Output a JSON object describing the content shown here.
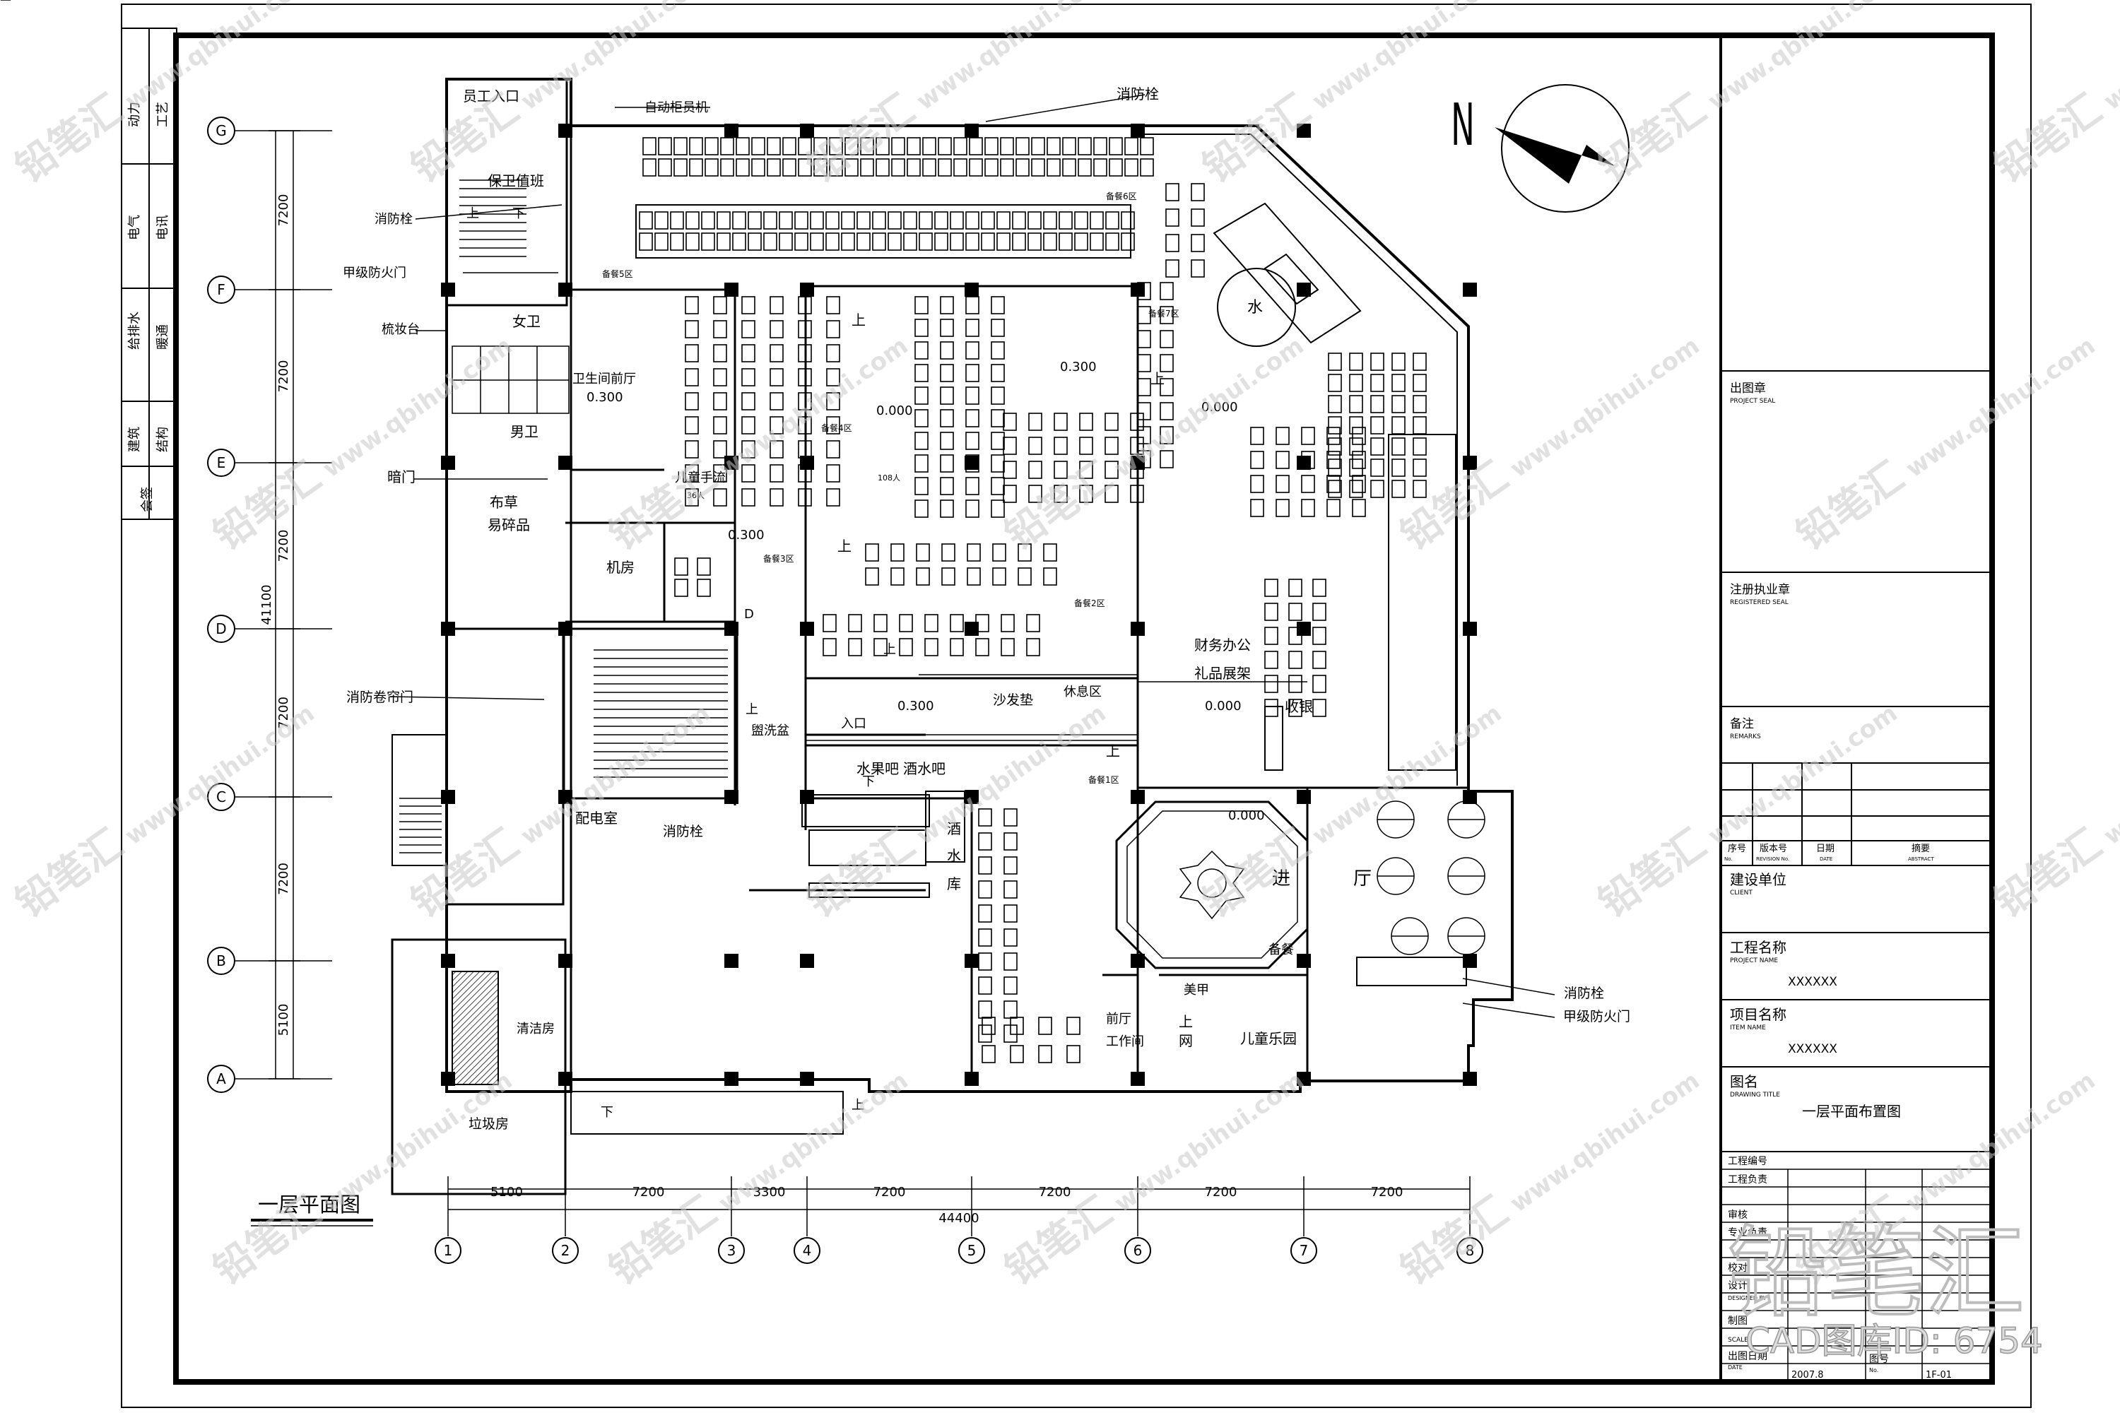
{
  "strip": {
    "dongli": "动力",
    "gongyi": "工艺",
    "dianqi": "电气",
    "dianxun": "电讯",
    "geipaishui": "给排水",
    "nuantong": "暖通",
    "jianzhu": "建筑",
    "jiegou": "结构",
    "huiqian": "会签"
  },
  "compass": {
    "north": "N"
  },
  "plan": {
    "caption": "一层平面图",
    "overall_width_dim": "44400",
    "overall_height_dim": "41100",
    "axis_rows": [
      "G",
      "F",
      "E",
      "D",
      "C",
      "B",
      "A"
    ],
    "axis_cols": [
      "1",
      "2",
      "3",
      "4",
      "5",
      "6",
      "7",
      "8"
    ],
    "row_dims": [
      "7200",
      "7200",
      "7200",
      "7200",
      "7200",
      "5100"
    ],
    "col_dims": [
      "5100",
      "7200",
      "3300",
      "7200",
      "7200",
      "7200",
      "7200"
    ]
  },
  "room_labels": [
    "员工入口",
    "自动柜员机",
    "消防栓",
    "保卫值班",
    "消防栓",
    "上",
    "下",
    "甲级防火门",
    "备餐5区",
    "女卫",
    "梳妆台",
    "卫生间前厅",
    "0.300",
    "男卫",
    "暗门",
    "儿童手流",
    "36人",
    "布草",
    "易碎品",
    "机房",
    "0.300",
    "备餐4区",
    "0.000",
    "108人",
    "0.300",
    "0.000",
    "备餐3区",
    "备餐2区",
    "备餐1区",
    "备餐6区",
    "备餐7区",
    "水",
    "上",
    "上",
    "上",
    "上",
    "消防卷帘门",
    "D",
    "上",
    "盥洗盆",
    "入口",
    "0.300",
    "沙发垫",
    "休息区",
    "财务办公",
    "礼品展架",
    "0.000",
    "收银",
    "水果吧",
    "酒水吧",
    "酒",
    "水",
    "库",
    "配电室",
    "消防栓",
    "0.000",
    "进",
    "厅",
    "备餐",
    "美甲",
    "前厅",
    "工作间",
    "上",
    "网",
    "儿童乐园",
    "消防栓",
    "甲级防火门",
    "清洁房",
    "垃圾房",
    "下",
    "上",
    "下",
    "上",
    "上"
  ],
  "title_block": {
    "project_seal_cn": "出图章",
    "project_seal_en": "PROJECT SEAL",
    "registered_seal_cn": "注册执业章",
    "registered_seal_en": "REGISTERED SEAL",
    "remarks_cn": "备注",
    "remarks_en": "REMARKS",
    "rev_no_cn": "序号",
    "rev_no_en": "No.",
    "revision_cn": "版本号",
    "revision_en": "REVISION No.",
    "date_cn": "日期",
    "date_en": "DATE",
    "abstract_cn": "摘要",
    "abstract_en": "ABSTRACT",
    "client_cn": "建设单位",
    "client_en": "CLIENT",
    "project_name_cn": "工程名称",
    "project_name_en": "PROJECT NAME",
    "project_name_value": "XXXXXX",
    "item_name_cn": "项目名称",
    "item_name_en": "ITEM NAME",
    "item_name_value": "XXXXXX",
    "drawing_title_cn": "图名",
    "drawing_title_en": "DRAWING TITLE",
    "drawing_title_value": "一层平面布置图",
    "project_no_cn": "工程编号",
    "approved_cn": "工程负责",
    "checked_cn": "审核",
    "professional_cn": "专业负责",
    "proofread_cn": "校对",
    "designed_cn": "设计",
    "designed_en": "DESIGNED BY",
    "drawn_cn": "制图",
    "scale_en": "SCALE",
    "issue_date_cn": "出图日期",
    "issue_date_en": "DATE",
    "issue_date_value": "2007.8",
    "drawing_no_cn": "图号",
    "drawing_no_en": "No.",
    "drawing_no_value": "1F-01"
  },
  "watermarks": {
    "brand": "铅笔汇",
    "url": "www.qbihui.com",
    "stamp_large": "铅笔汇",
    "id_text": "CAD图库ID: 6754"
  }
}
